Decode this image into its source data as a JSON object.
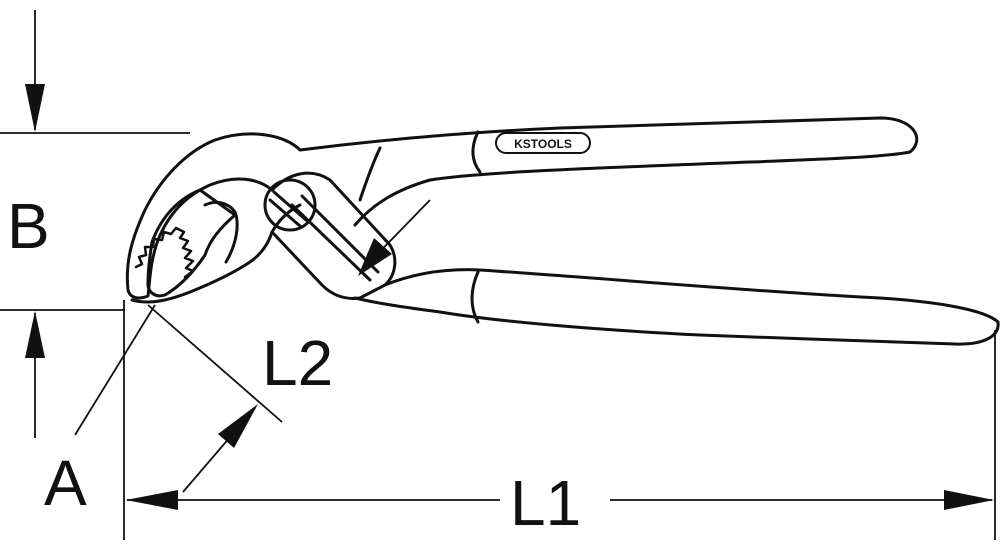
{
  "brand": {
    "logo": "KSTOOLS"
  },
  "dimensions": {
    "B": "B",
    "A": "A",
    "L1": "L1",
    "L2": "L2"
  },
  "colors": {
    "line": "#111111",
    "background": "#ffffff"
  }
}
